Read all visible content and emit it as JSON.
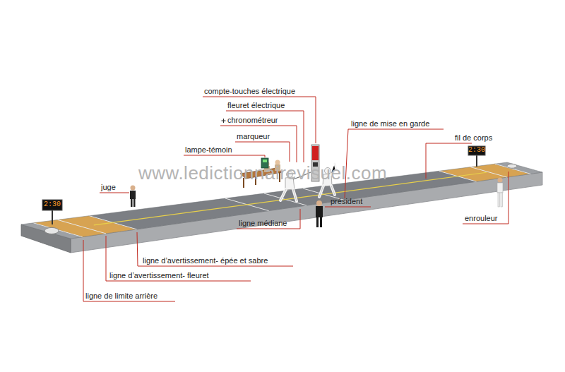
{
  "diagram": {
    "labels": [
      "compte-touches électrique",
      "fleuret électrique",
      "chronométreur",
      "marqueur",
      "lampe-témoin",
      "juge",
      "ligne de mise en garde",
      "fil de corps",
      "président",
      "ligne médiane",
      "enrouleur",
      "ligne d’avertissement- épée et sabre",
      "ligne d’avertissement- fleuret",
      "ligne de limite arrière",
      "www.ledictionnairevisuel.com",
      "2:30",
      "2:30"
    ]
  }
}
